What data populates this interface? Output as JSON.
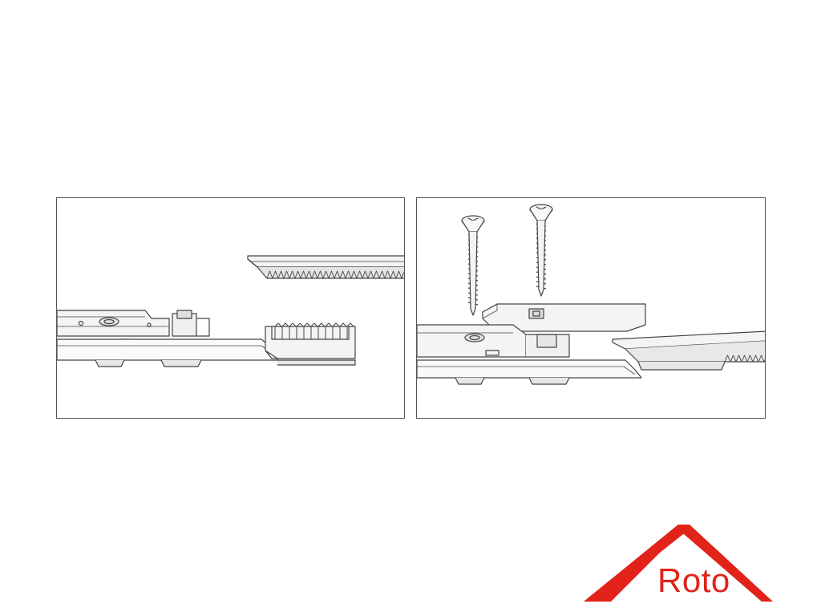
{
  "logo": {
    "text": "Roto",
    "color": "#e2231a"
  },
  "diagram": {
    "line_color": "#444444",
    "fill_light": "#f2f2f2",
    "fill_mid": "#dcdcdc",
    "steps": [
      {
        "name": "step-1"
      },
      {
        "name": "step-2"
      }
    ]
  }
}
